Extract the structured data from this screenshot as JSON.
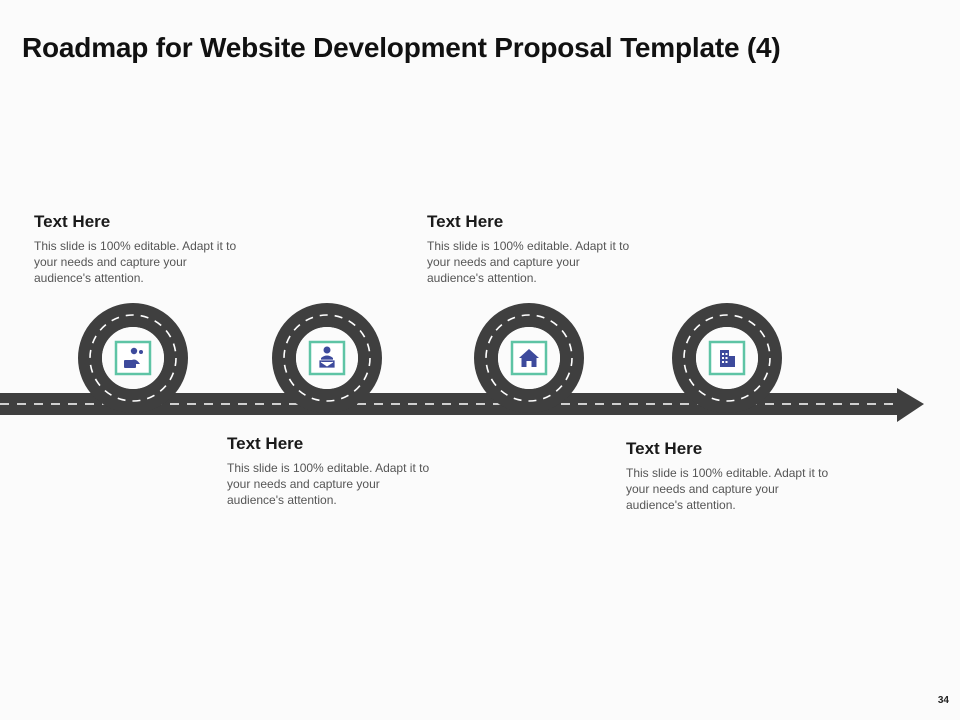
{
  "slide": {
    "title": "Roadmap for Website Development Proposal Template (4)",
    "page_number": "34"
  },
  "colors": {
    "road": "#3f3f3f",
    "lane_marking": "#ffffff",
    "icon_border": "#5ec4a5",
    "icon_fill": "#3d4a9c"
  },
  "milestones": [
    {
      "icon": "user-laptop-icon",
      "heading": "Text Here",
      "body": "This slide is 100% editable. Adapt it to your needs and capture your audience's attention."
    },
    {
      "icon": "user-monitor-icon",
      "heading": "Text Here",
      "body": "This slide is 100% editable. Adapt it to your needs and capture your audience's attention."
    },
    {
      "icon": "home-icon",
      "heading": "Text Here",
      "body": "This slide is 100% editable. Adapt it to your needs and capture your audience's attention."
    },
    {
      "icon": "office-building-icon",
      "heading": "Text Here",
      "body": "This slide is 100% editable. Adapt it to your needs and capture your audience's attention."
    }
  ]
}
